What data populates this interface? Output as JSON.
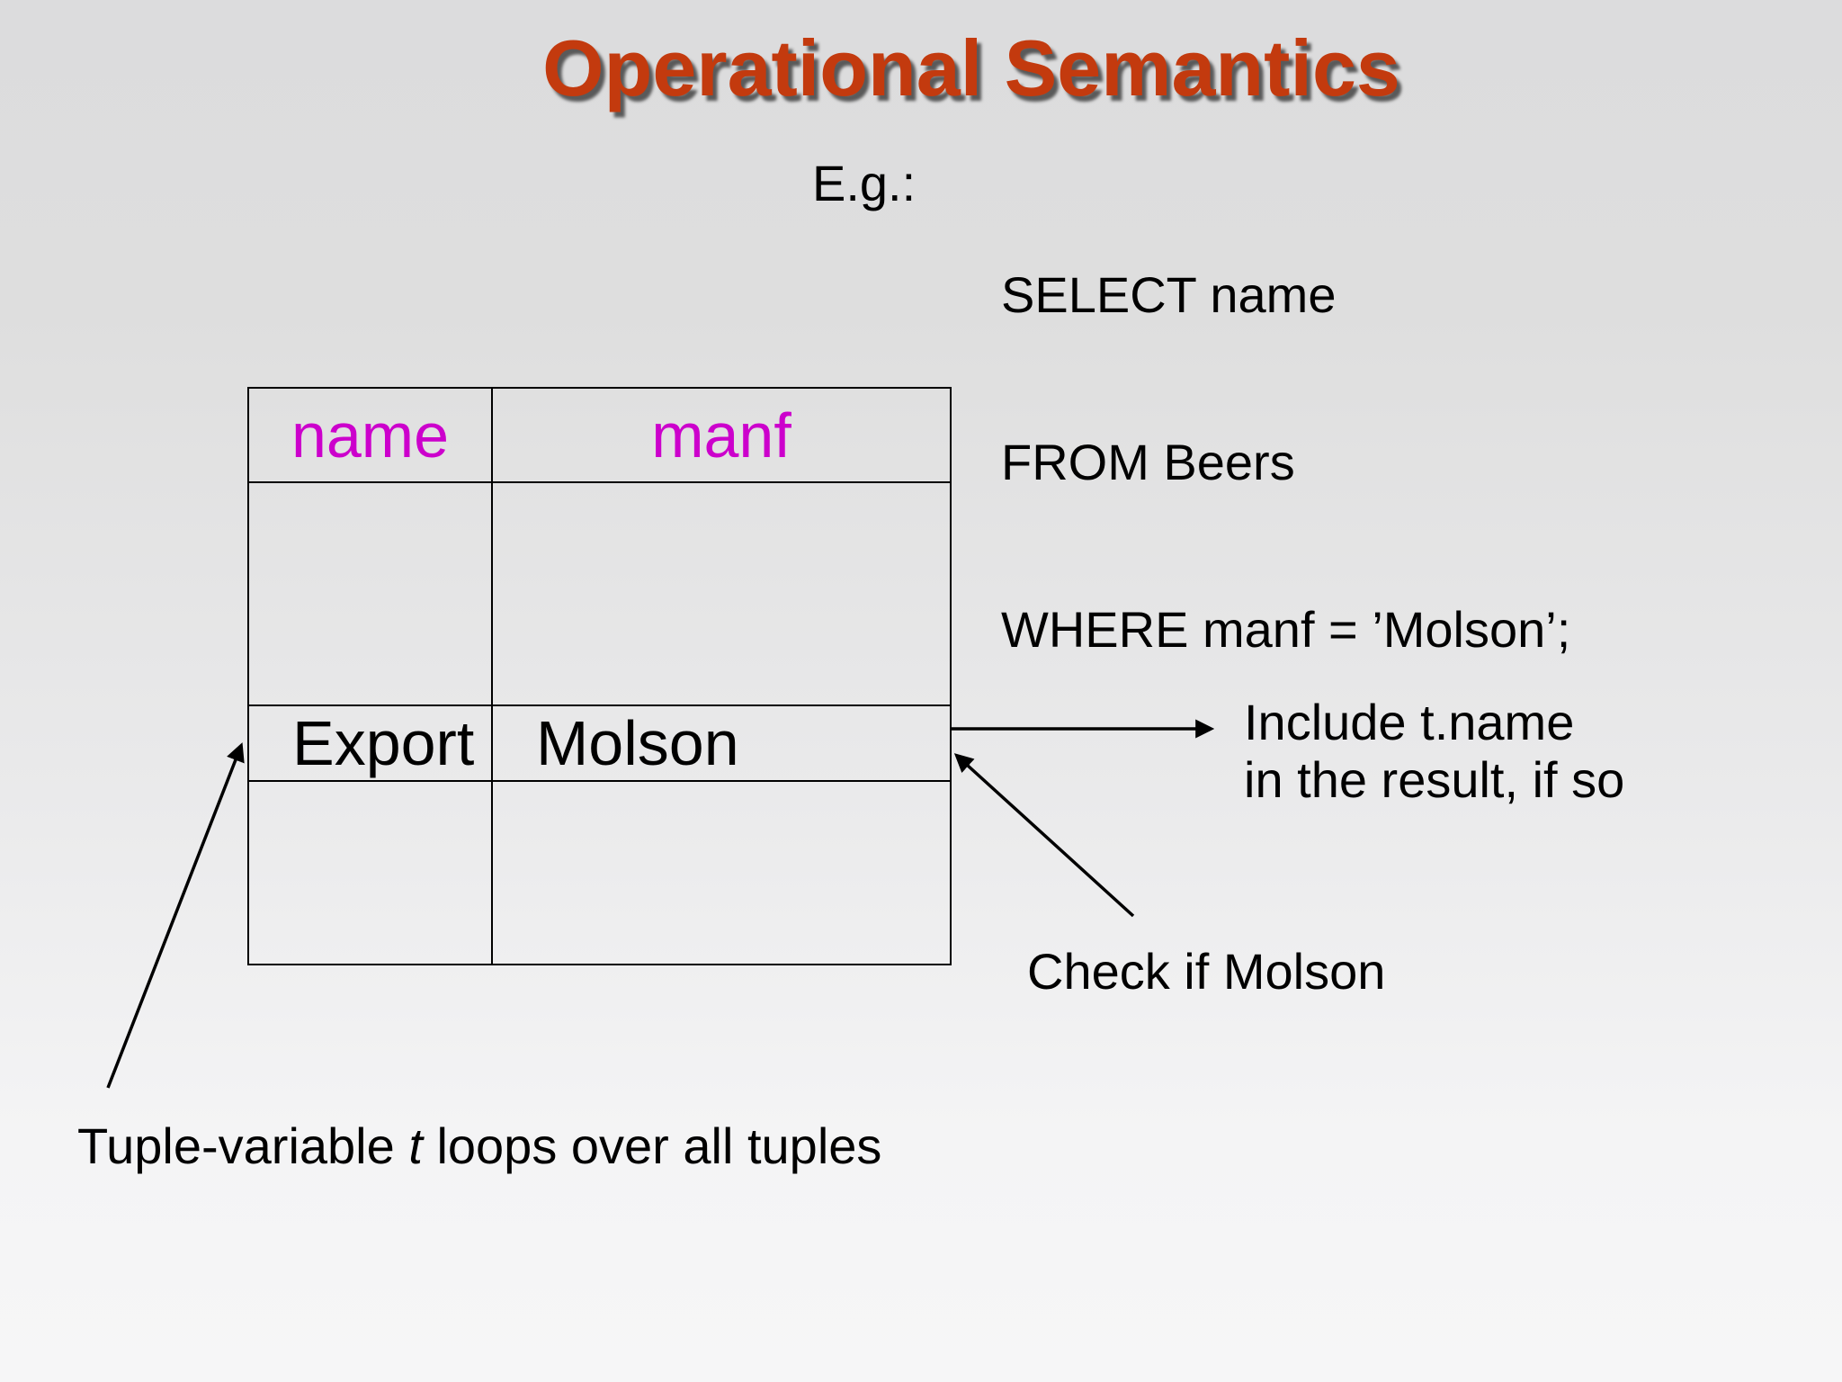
{
  "title": "Operational Semantics",
  "example": {
    "label": "E.g.:",
    "sql_lines": [
      "SELECT name",
      "FROM Beers",
      "WHERE manf = ’Molson’;"
    ]
  },
  "table": {
    "headers": [
      "name",
      "manf"
    ],
    "rows": [
      [
        "",
        ""
      ],
      [
        "Export",
        "Molson"
      ],
      [
        "",
        ""
      ]
    ]
  },
  "annotations": {
    "include_line1": "Include t.name",
    "include_line2": "in the result, if so",
    "check": "Check if Molson",
    "tuple_prefix": "Tuple-variable ",
    "tuple_variable": "t",
    "tuple_suffix": " loops over all tuples"
  },
  "colors": {
    "title_color": "#c33a0e",
    "header_text": "#cc00cc",
    "body_text": "#000000",
    "table_border": "#000000",
    "background_top": "#dcdcdd",
    "background_bottom": "#f6f6f7"
  }
}
